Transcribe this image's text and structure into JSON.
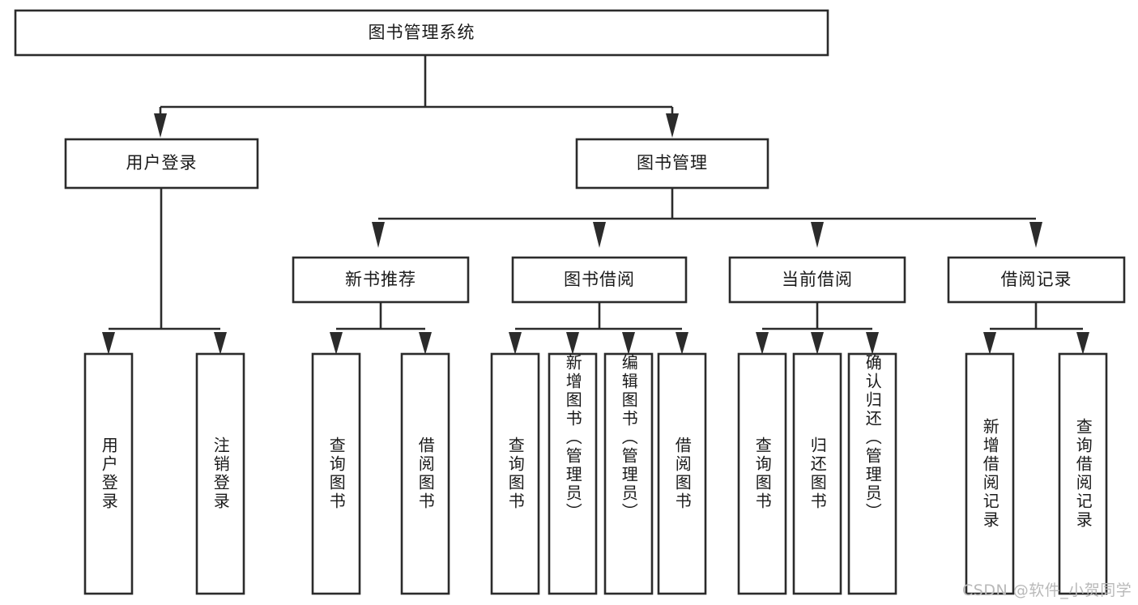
{
  "diagram": {
    "title": "图书管理系统",
    "type": "tree-hierarchy-chart",
    "watermark": "CSDN @软件_小贺同学",
    "colors": {
      "stroke": "#2b2b2b",
      "fill": "#ffffff",
      "text": "#1a1a1a",
      "watermark": "#b9b9b9",
      "background": "#ffffff"
    },
    "root": {
      "label": "图书管理系统"
    },
    "level1": [
      {
        "label": "用户登录"
      },
      {
        "label": "图书管理"
      }
    ],
    "level2": [
      {
        "label": "新书推荐"
      },
      {
        "label": "图书借阅"
      },
      {
        "label": "当前借阅"
      },
      {
        "label": "借阅记录"
      }
    ],
    "leaves": {
      "user_login": [
        {
          "label": "用户登录"
        },
        {
          "label": "注销登录"
        }
      ],
      "new_book_recommend": [
        {
          "label": "查询图书"
        },
        {
          "label": "借阅图书"
        }
      ],
      "book_borrow": [
        {
          "label": "查询图书"
        },
        {
          "label": "新增图书（管理员）"
        },
        {
          "label": "编辑图书（管理员）"
        },
        {
          "label": "借阅图书"
        }
      ],
      "current_borrow": [
        {
          "label": "查询图书"
        },
        {
          "label": "归还图书"
        },
        {
          "label": "确认归还（管理员）"
        }
      ],
      "borrow_record": [
        {
          "label": "新增借阅记录"
        },
        {
          "label": "查询借阅记录"
        }
      ]
    }
  }
}
